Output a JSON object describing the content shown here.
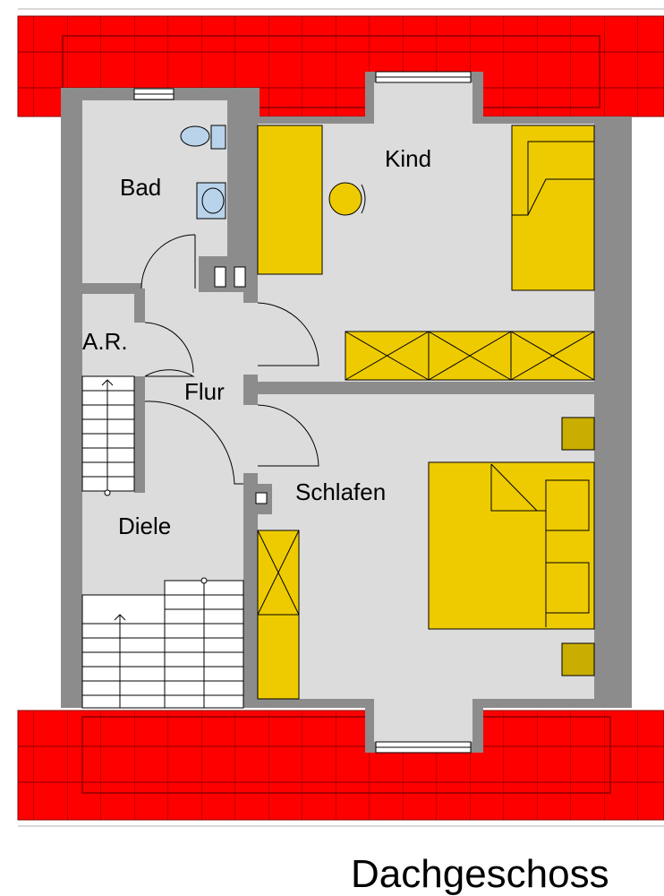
{
  "colors": {
    "roof": "#ff0000",
    "wall": "#8c8c8c",
    "floor": "#dcdcdc",
    "furniture": "#eecb00",
    "fixture": "#b9d3ea"
  },
  "rooms": {
    "bad": "Bad",
    "kind": "Kind",
    "abstellraum": "A.R.",
    "flur": "Flur",
    "schlafen": "Schlafen",
    "diele": "Diele"
  },
  "title": "Dachgeschoss"
}
